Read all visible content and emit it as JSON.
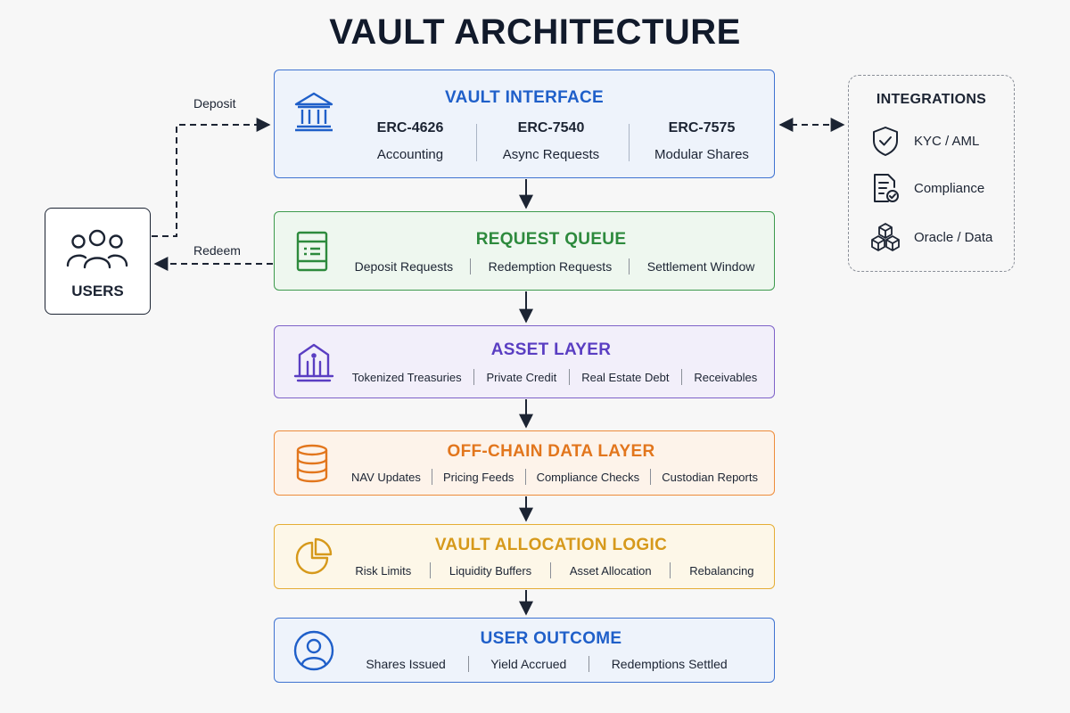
{
  "title": "VAULT ARCHITECTURE",
  "vault_interface": {
    "title": "VAULT INTERFACE",
    "icon": "bank-icon",
    "standards": [
      {
        "code": "ERC-4626",
        "label": "Accounting"
      },
      {
        "code": "ERC-7540",
        "label": "Async Requests"
      },
      {
        "code": "ERC-7575",
        "label": "Modular Shares"
      }
    ]
  },
  "request_queue": {
    "title": "REQUEST QUEUE",
    "icon": "queue-icon",
    "items": [
      "Deposit Requests",
      "Redemption Requests",
      "Settlement Window"
    ]
  },
  "asset_layer": {
    "title": "ASSET LAYER",
    "icon": "building-icon",
    "items": [
      "Tokenized Treasuries",
      "Private Credit",
      "Real Estate Debt",
      "Receivables"
    ]
  },
  "offchain_layer": {
    "title": "OFF-CHAIN DATA LAYER",
    "icon": "database-icon",
    "items": [
      "NAV Updates",
      "Pricing Feeds",
      "Compliance Checks",
      "Custodian Reports"
    ]
  },
  "allocation_logic": {
    "title": "VAULT ALLOCATION LOGIC",
    "icon": "pie-chart-icon",
    "items": [
      "Risk Limits",
      "Liquidity Buffers",
      "Asset Allocation",
      "Rebalancing"
    ]
  },
  "user_outcome": {
    "title": "USER OUTCOME",
    "icon": "user-icon",
    "items": [
      "Shares Issued",
      "Yield Accrued",
      "Redemptions Settled"
    ]
  },
  "users": {
    "label": "USERS",
    "icon": "users-icon"
  },
  "flows": {
    "deposit": "Deposit",
    "redeem": "Redeem"
  },
  "integrations": {
    "title": "INTEGRATIONS",
    "items": [
      {
        "label": "KYC / AML",
        "icon": "shield-check-icon"
      },
      {
        "label": "Compliance",
        "icon": "document-check-icon"
      },
      {
        "label": "Oracle / Data",
        "icon": "cubes-icon"
      }
    ]
  },
  "colors": {
    "blue": "#1f5fc9",
    "green": "#2d8a3d",
    "purple": "#5a3ec2",
    "orange": "#e2761d",
    "gold": "#d6991b"
  }
}
